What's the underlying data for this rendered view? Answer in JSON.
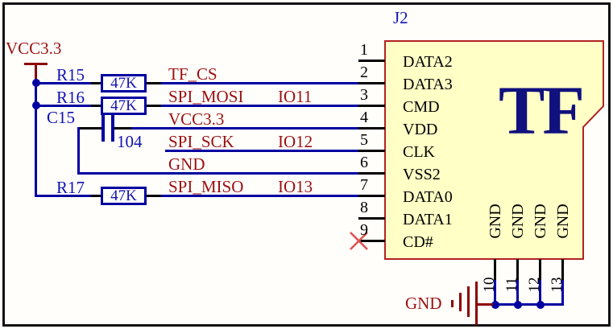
{
  "connector": {
    "ref": "J2",
    "label": "TF",
    "left_pins": [
      {
        "num": "1",
        "name": "DATA2"
      },
      {
        "num": "2",
        "name": "DATA3"
      },
      {
        "num": "3",
        "name": "CMD"
      },
      {
        "num": "4",
        "name": "VDD"
      },
      {
        "num": "5",
        "name": "CLK"
      },
      {
        "num": "6",
        "name": "VSS2"
      },
      {
        "num": "7",
        "name": "DATA0"
      },
      {
        "num": "8",
        "name": "DATA1"
      },
      {
        "num": "9",
        "name": "CD#"
      }
    ],
    "bottom_pins": [
      {
        "num": "10",
        "name": "GND"
      },
      {
        "num": "11",
        "name": "GND"
      },
      {
        "num": "12",
        "name": "GND"
      },
      {
        "num": "13",
        "name": "GND"
      }
    ]
  },
  "resistors": [
    {
      "ref": "R15",
      "value": "47K"
    },
    {
      "ref": "R16",
      "value": "47K"
    },
    {
      "ref": "R17",
      "value": "47K"
    }
  ],
  "capacitor": {
    "ref": "C15",
    "value": "104"
  },
  "power": {
    "vcc": "VCC3.3",
    "gnd": "GND"
  },
  "net_labels": {
    "tf_cs": "TF_CS",
    "spi_mosi": "SPI_MOSI",
    "io11": "IO11",
    "vcc": "VCC3.3",
    "spi_sck": "SPI_SCK",
    "io12": "IO12",
    "gnd": "GND",
    "spi_miso": "SPI_MISO",
    "io13": "IO13"
  },
  "colors": {
    "wire_blue": "#0000A0",
    "text_blue": "#1212B4",
    "net_red": "#9A1010",
    "power_red": "#8B0000",
    "no_connect_red": "#E05050",
    "connector_fill": "#FFFFC6",
    "connector_border": "#B22222",
    "tf_navy": "#10107E",
    "pin_black": "#000000"
  }
}
